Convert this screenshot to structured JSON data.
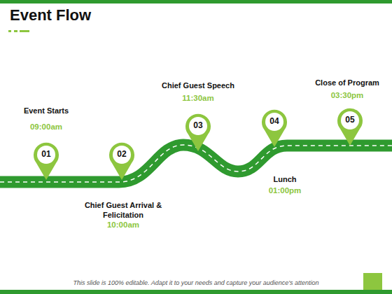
{
  "diagram": {
    "title": "Event Flow",
    "nodes": [
      {
        "text": [
          "01"
        ]
      },
      {
        "text": [
          "02"
        ]
      },
      {
        "text": [
          "03"
        ]
      },
      {
        "text": [
          "04"
        ]
      },
      {
        "text": [
          "05"
        ]
      }
    ],
    "labels": [
      "Event Starts",
      "09:00am",
      "Chief Guest Arrival & Felicitation",
      "10:00am",
      "Chief Guest Speech",
      "11:30am",
      "Lunch",
      "01:00pm",
      "Close of Program",
      "03:30pm",
      "This slide is 100% editable. Adapt it to your needs and capture your audience's attention"
    ]
  }
}
